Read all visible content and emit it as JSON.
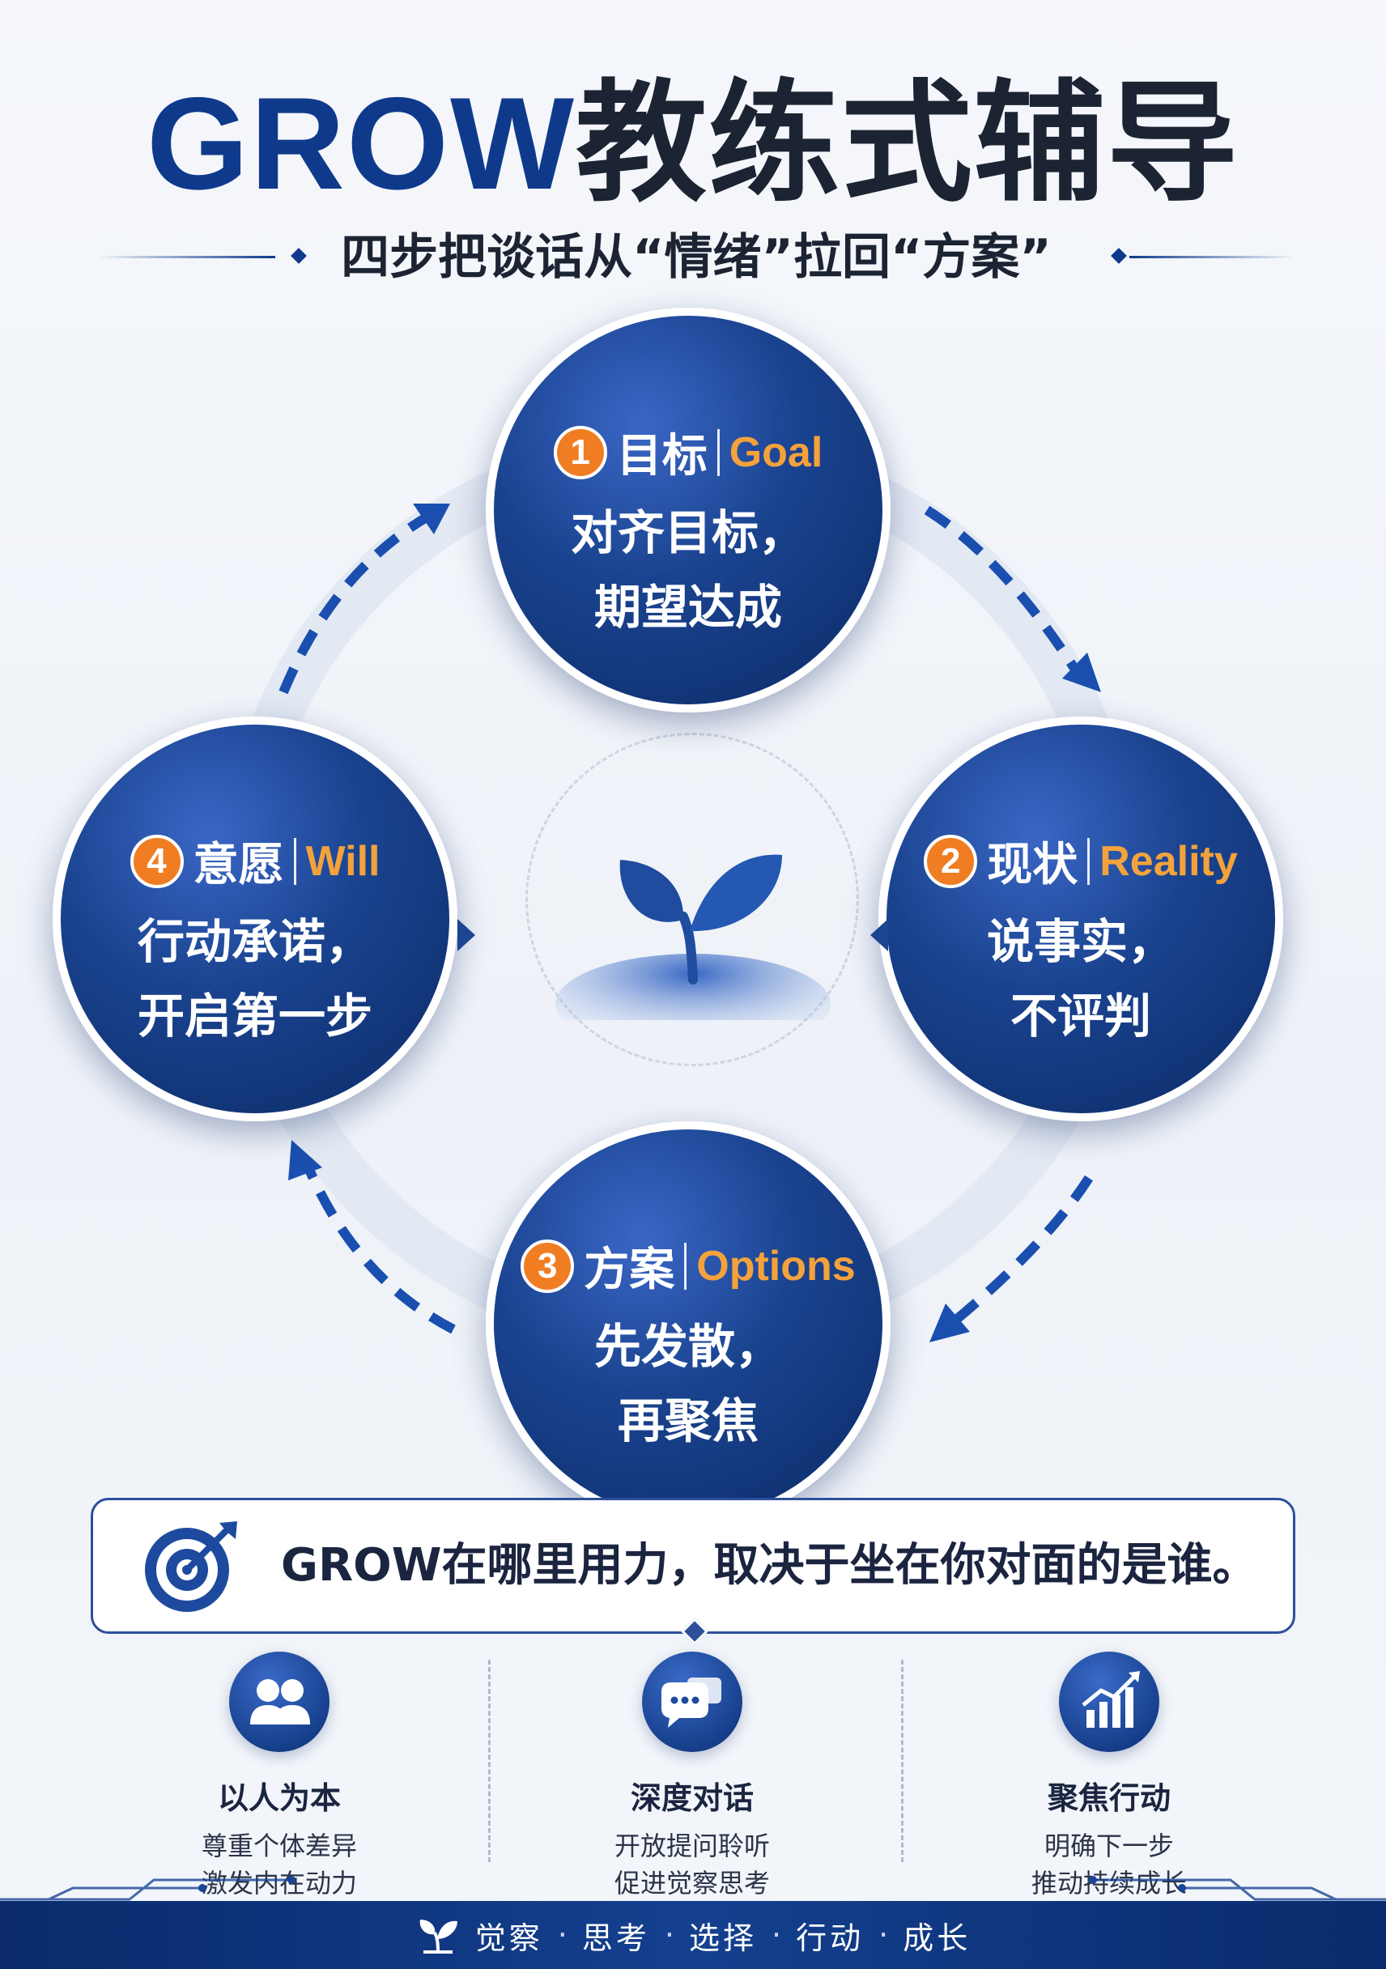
{
  "title": {
    "en": "GROW",
    "zh": "教练式辅导"
  },
  "subtitle": "四步把谈话从“情绪”拉回“方案”",
  "steps": [
    {
      "num": "1",
      "name_zh": "目标",
      "name_en": "Goal",
      "desc": [
        "对齐目标，",
        "期望达成"
      ]
    },
    {
      "num": "2",
      "name_zh": "现状",
      "name_en": "Reality",
      "desc": [
        "说事实，",
        "不评判"
      ]
    },
    {
      "num": "3",
      "name_zh": "方案",
      "name_en": "Options",
      "desc": [
        "先发散，",
        "再聚焦"
      ]
    },
    {
      "num": "4",
      "name_zh": "意愿",
      "name_en": "Will",
      "desc": [
        "行动承诺，",
        "开启第一步"
      ]
    }
  ],
  "center_icon": "sprout-icon",
  "banner": {
    "icon": "target-icon",
    "text": "GROW在哪里用力，取决于坐在你对面的是谁。"
  },
  "features": [
    {
      "icon": "people-icon",
      "title": "以人为本",
      "lines": [
        "尊重个体差异",
        "激发内在动力"
      ]
    },
    {
      "icon": "chat-icon",
      "title": "深度对话",
      "lines": [
        "开放提问聆听",
        "促进觉察思考"
      ]
    },
    {
      "icon": "growth-chart-icon",
      "title": "聚焦行动",
      "lines": [
        "明确下一步",
        "推动持续成长"
      ]
    }
  ],
  "footer": {
    "icon": "sprout-icon",
    "words": [
      "觉察",
      "思考",
      "选择",
      "行动",
      "成长"
    ],
    "separator": "·"
  },
  "colors": {
    "primary": "#0f3a8c",
    "accent": "#f07d22",
    "english_label": "#f4a23c",
    "ring": "#e3e9f3"
  }
}
